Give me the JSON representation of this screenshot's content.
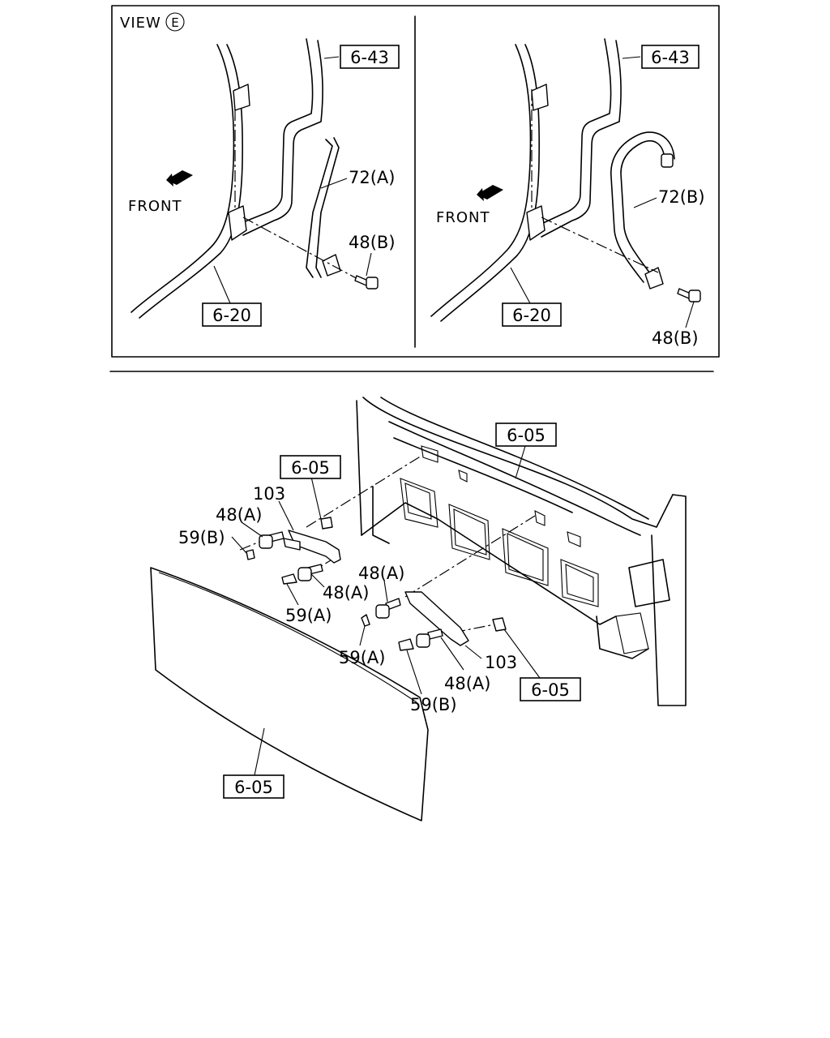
{
  "view_title": "VIEW",
  "view_letter": "E",
  "left_view": {
    "ref_top": "6-43",
    "ref_bottom": "6-20",
    "front": "FRONT",
    "part_pipe": "72(A)",
    "part_bolt": "48(B)"
  },
  "right_view": {
    "ref_top": "6-43",
    "ref_bottom": "6-20",
    "front": "FRONT",
    "part_pipe": "72(B)",
    "part_bolt": "48(B)"
  },
  "main": {
    "ref_panel_top": "6-05",
    "ref_bracket_upper": "6-05",
    "ref_bracket_lower": "6-05",
    "ref_grille": "6-05",
    "bracket_left": "103",
    "bolt_left_top": "48(A)",
    "clip_left_top": "59(B)",
    "bolt_left_bottom": "48(A)",
    "clip_left_bottom": "59(A)",
    "bolt_right_top": "48(A)",
    "clip_right_top": "59(A)",
    "bracket_right": "103",
    "bolt_right_bottom": "48(A)",
    "clip_right_bottom": "59(B)"
  }
}
